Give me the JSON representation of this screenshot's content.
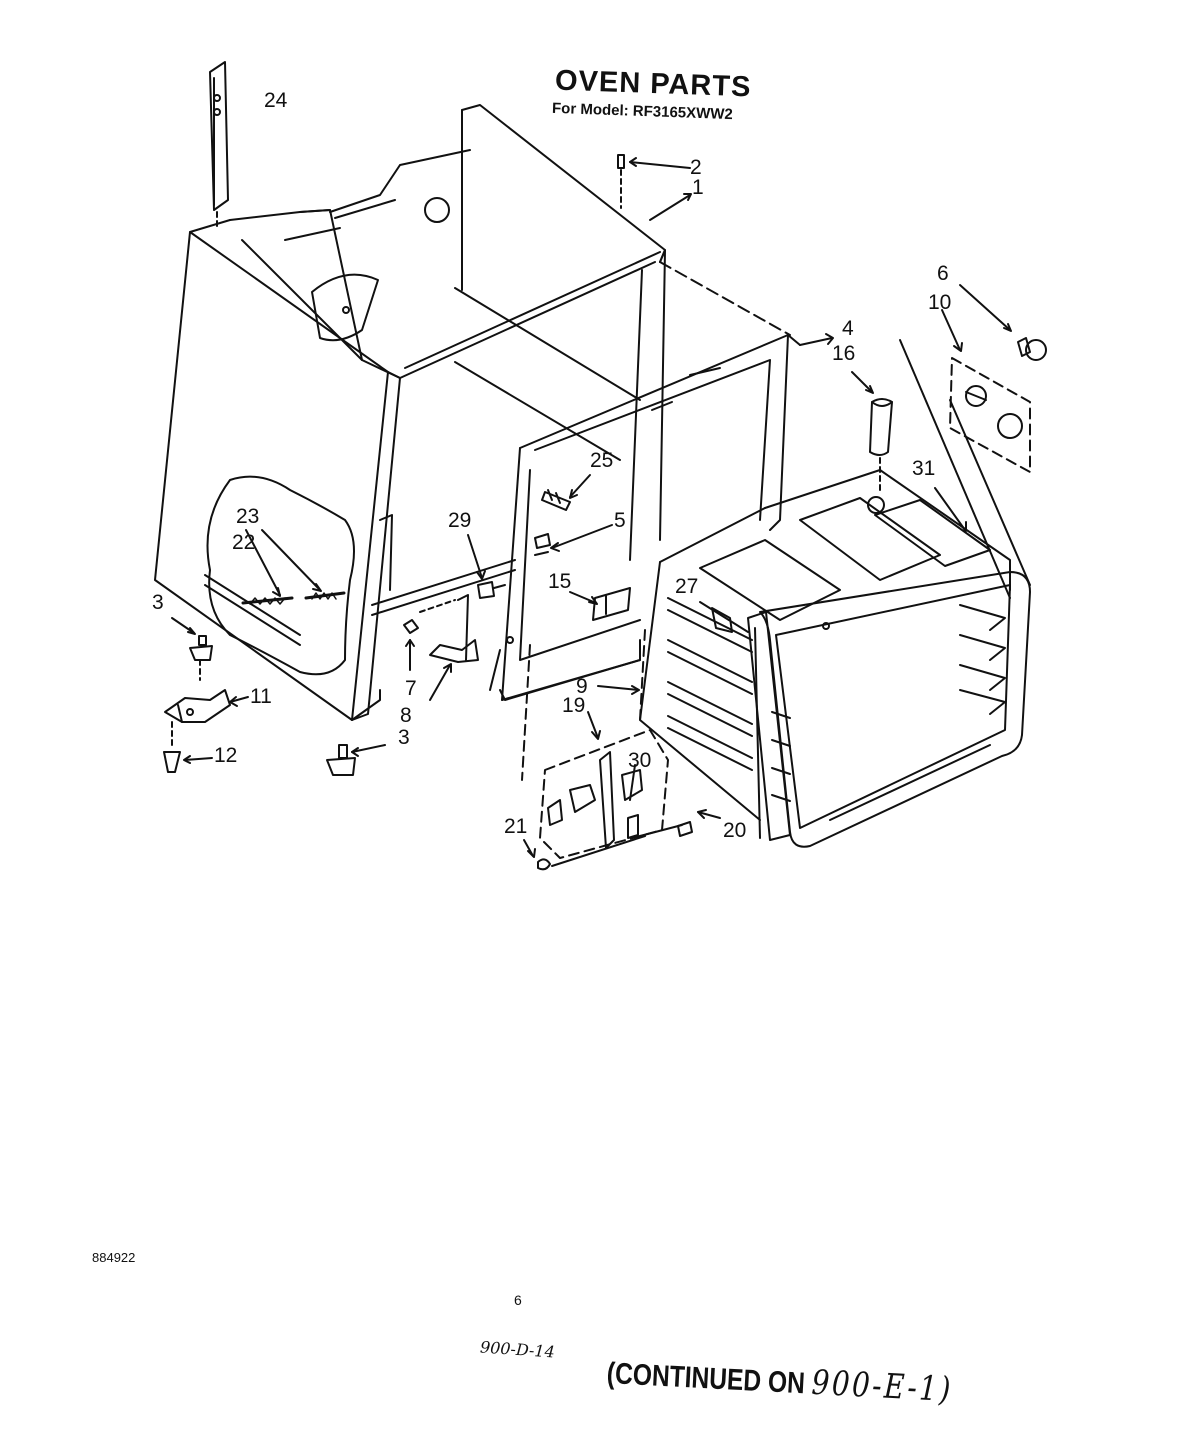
{
  "header": {
    "title": "OVEN PARTS",
    "subtitle": "For Model: RF3165XWW2"
  },
  "callouts": {
    "c1": "1",
    "c2": "2",
    "c3a": "3",
    "c3b": "3",
    "c4": "4",
    "c5": "5",
    "c6": "6",
    "c7": "7",
    "c8": "8",
    "c9": "9",
    "c10": "10",
    "c11": "11",
    "c12": "12",
    "c15": "15",
    "c16": "16",
    "c19": "19",
    "c20": "20",
    "c21": "21",
    "c22": "22",
    "c23": "23",
    "c24": "24",
    "c25": "25",
    "c27": "27",
    "c29": "29",
    "c30": "30",
    "c31": "31"
  },
  "footer": {
    "doc_number": "884922",
    "page_number": "6",
    "handwritten_ref": "900-D-14",
    "continued_prefix": "(CONTINUED ON",
    "continued_ref": "900-E-1)"
  }
}
